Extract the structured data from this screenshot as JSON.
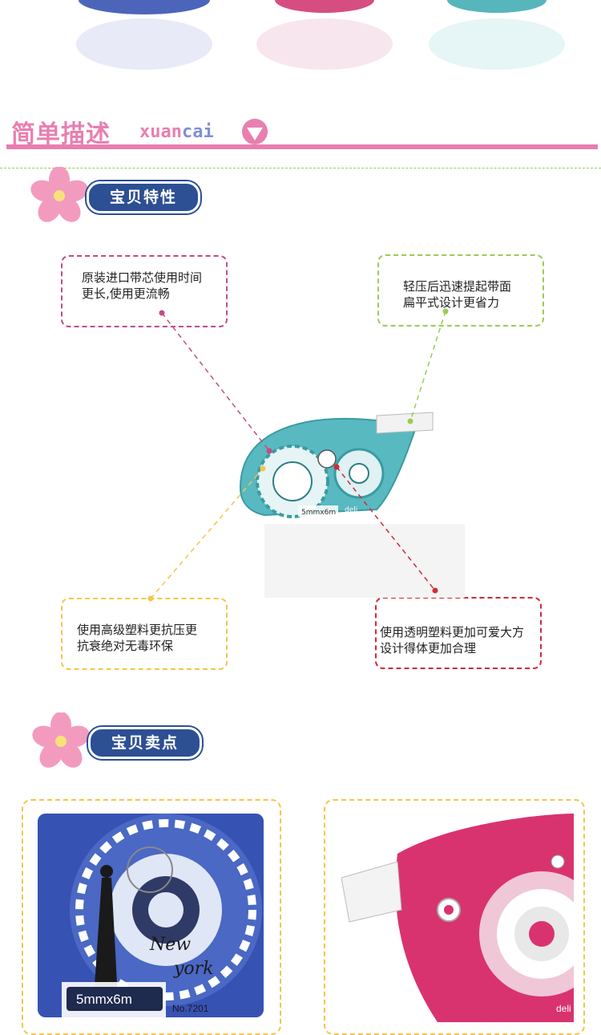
{
  "header": {
    "title_cn": "简单描述",
    "title_en_1": "xuan",
    "title_en_2": "cai",
    "accent_color": "#e87fb0",
    "accent_color_2": "#7f8fd6"
  },
  "features": {
    "badge": "宝贝特性",
    "callouts": [
      {
        "id": "c1",
        "lines": [
          "原装进口带芯使用时间",
          "更长,使用更流畅"
        ],
        "border_color": "#c44a86"
      },
      {
        "id": "c2",
        "lines": [
          "轻压后迅速提起带面",
          "扁平式设计更省力"
        ],
        "border_color": "#9acc52"
      },
      {
        "id": "c3",
        "lines": [
          "使用高级塑料更抗压更",
          "抗衰绝对无毒环保"
        ],
        "border_color": "#f3c64a"
      },
      {
        "id": "c4",
        "lines": [
          "使用透明塑料更加可爱大方",
          "设计得体更加合理"
        ],
        "border_color": "#cc2b3c"
      }
    ],
    "product_labels": {
      "size": "5mmx6m",
      "brand": "deli"
    }
  },
  "selling": {
    "badge": "宝贝卖点",
    "left_label": "5mmx6m",
    "left_model": "No.7201",
    "right_brand": "deli",
    "frame_color": "#f3c64a"
  }
}
